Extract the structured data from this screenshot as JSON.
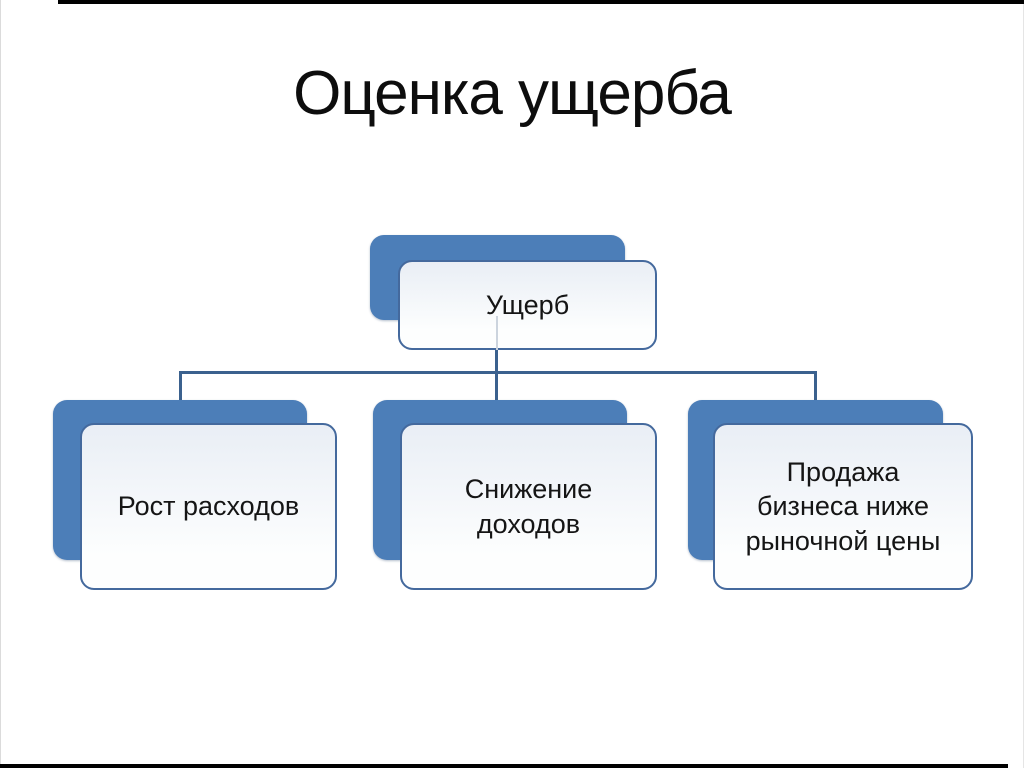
{
  "slide": {
    "title": "Оценка ущерба"
  },
  "diagram": {
    "type": "org-chart",
    "root": {
      "label": "Ущерб"
    },
    "children": [
      {
        "label": "Рост расходов"
      },
      {
        "label": "Снижение доходов"
      },
      {
        "label": "Продажа бизнеса ниже рыночной цены"
      }
    ]
  },
  "colors": {
    "accent_blue": "#4c7eb8",
    "connector_blue": "#3b618e",
    "card_border": "#44699d",
    "card_fill_top": "#e9eef5",
    "card_fill_bottom": "#fdfefe",
    "title_color": "#0d0d0d",
    "frame_black": "#000000"
  }
}
